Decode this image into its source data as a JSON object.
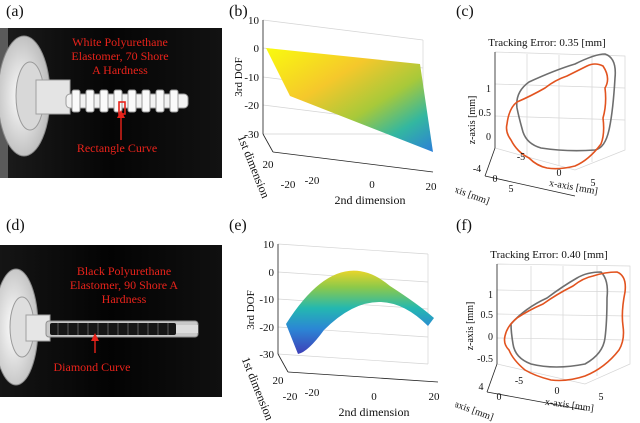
{
  "panels": {
    "a": "(a)",
    "b": "(b)",
    "c": "(c)",
    "d": "(d)",
    "e": "(e)",
    "f": "(f)"
  },
  "photo_a": {
    "material_lines": [
      "White Polyurethane",
      "Elastomer, 70 Shore",
      "A Hardness"
    ],
    "curve_label": "Rectangle Curve",
    "label_color": "#e8231b"
  },
  "photo_d": {
    "material_lines": [
      "Black Polyurethane",
      "Elastomer, 90 Shore A",
      "Hardness"
    ],
    "curve_label": "Diamond Curve",
    "label_color": "#e8231b"
  },
  "chart_data": [
    {
      "id": "b",
      "type": "surface3d",
      "zlabel": "3rd DOF",
      "ylabel": "1st dimension",
      "xlabel": "2nd dimension",
      "zticks": [
        "10",
        "0",
        "-10",
        "-20",
        "-30"
      ],
      "xticks": [
        "-20",
        "0",
        "20"
      ],
      "yticks": [
        "20",
        "-20"
      ],
      "zlim": [
        -30,
        10
      ],
      "xlim": [
        -20,
        20
      ],
      "ylim": [
        -20,
        20
      ],
      "corners_z": {
        "back_left": 5,
        "back_right": 3,
        "front_left": -14,
        "front_right": -30
      },
      "colormap": "parula"
    },
    {
      "id": "c",
      "type": "line3d",
      "title": "Tracking Error: 0.35 [mm]",
      "zlabel": "z-axis [mm]",
      "xlabel": "x-axis [mm]",
      "ylabel": "y-axis [mm]",
      "zticks": [
        "1",
        "0.5",
        "0"
      ],
      "xticks": [
        "-5",
        "0",
        "5"
      ],
      "yticks": [
        "-4",
        "0",
        "5"
      ],
      "colors": {
        "reference": "#6e6e6e",
        "tracked": "#e2531f"
      }
    },
    {
      "id": "e",
      "type": "surface3d",
      "zlabel": "3rd DOF",
      "ylabel": "1st dimension",
      "xlabel": "2nd dimension",
      "zticks": [
        "10",
        "0",
        "-10",
        "-20",
        "-30"
      ],
      "xticks": [
        "-20",
        "0",
        "20"
      ],
      "yticks": [
        "20",
        "-20"
      ],
      "zlim": [
        -30,
        10
      ],
      "xlim": [
        -20,
        20
      ],
      "ylim": [
        -20,
        20
      ],
      "shape": "inverted parabola along 2nd dimension",
      "colormap": "parula"
    },
    {
      "id": "f",
      "type": "line3d",
      "title": "Tracking Error: 0.40 [mm]",
      "zlabel": "z-axis [mm]",
      "xlabel": "x-axis [mm]",
      "ylabel": "y-axis [mm]",
      "zticks": [
        "1",
        "0.5",
        "0",
        "-0.5"
      ],
      "xticks": [
        "-5",
        "0",
        "5"
      ],
      "yticks": [
        "4",
        "0"
      ],
      "colors": {
        "reference": "#6e6e6e",
        "tracked": "#e2531f"
      }
    }
  ]
}
